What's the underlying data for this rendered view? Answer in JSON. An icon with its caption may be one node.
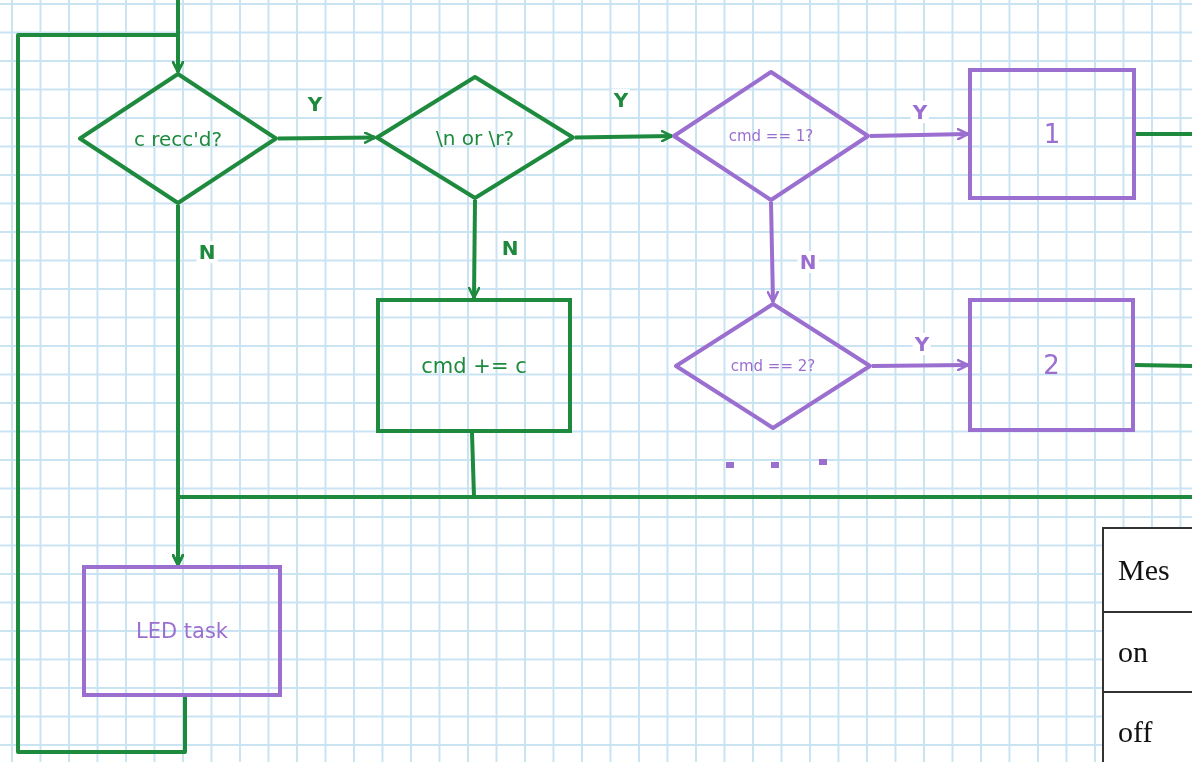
{
  "diagram": {
    "nodes": [
      {
        "text": [
          "c recc'd?"
        ]
      },
      {
        "text": [
          "\\n or \\r?"
        ]
      },
      {
        "text": [
          "cmd == 1?"
        ]
      },
      {
        "text": [
          "1"
        ]
      },
      {
        "text": [
          "cmd += c"
        ]
      },
      {
        "text": [
          "cmd == 2?"
        ]
      },
      {
        "text": [
          "2"
        ]
      },
      {
        "text": [
          "LED task"
        ]
      }
    ],
    "edges": [
      {
        "from": null,
        "to": 0,
        "arrow": "to"
      },
      {
        "from": 0,
        "to": 1,
        "arrow": "to",
        "label": "Y"
      },
      {
        "from": 1,
        "to": 2,
        "arrow": "to",
        "label": "Y"
      },
      {
        "from": 2,
        "to": 3,
        "arrow": "to",
        "label": "Y",
        "color": "#9b6fd0"
      },
      {
        "from": 1,
        "to": 4,
        "arrow": "to",
        "label": "N"
      },
      {
        "from": 2,
        "to": 5,
        "arrow": "to",
        "label": "N",
        "color": "#9b6fd0"
      },
      {
        "from": 5,
        "to": 6,
        "arrow": "to",
        "label": "Y",
        "color": "#9b6fd0"
      },
      {
        "from": 0,
        "to": 7,
        "arrow": "to",
        "label": "N"
      },
      {
        "from": 7,
        "to": 0,
        "arrow": "to"
      },
      {
        "from": 4,
        "to": 7,
        "arrow": "to"
      },
      {
        "from": null,
        "to": 7,
        "arrow": "to"
      },
      {
        "from": 3,
        "to": null,
        "arrow": "none"
      },
      {
        "from": 6,
        "to": null,
        "arrow": "none"
      }
    ],
    "labels": [
      "Mes",
      "on",
      "off"
    ]
  }
}
